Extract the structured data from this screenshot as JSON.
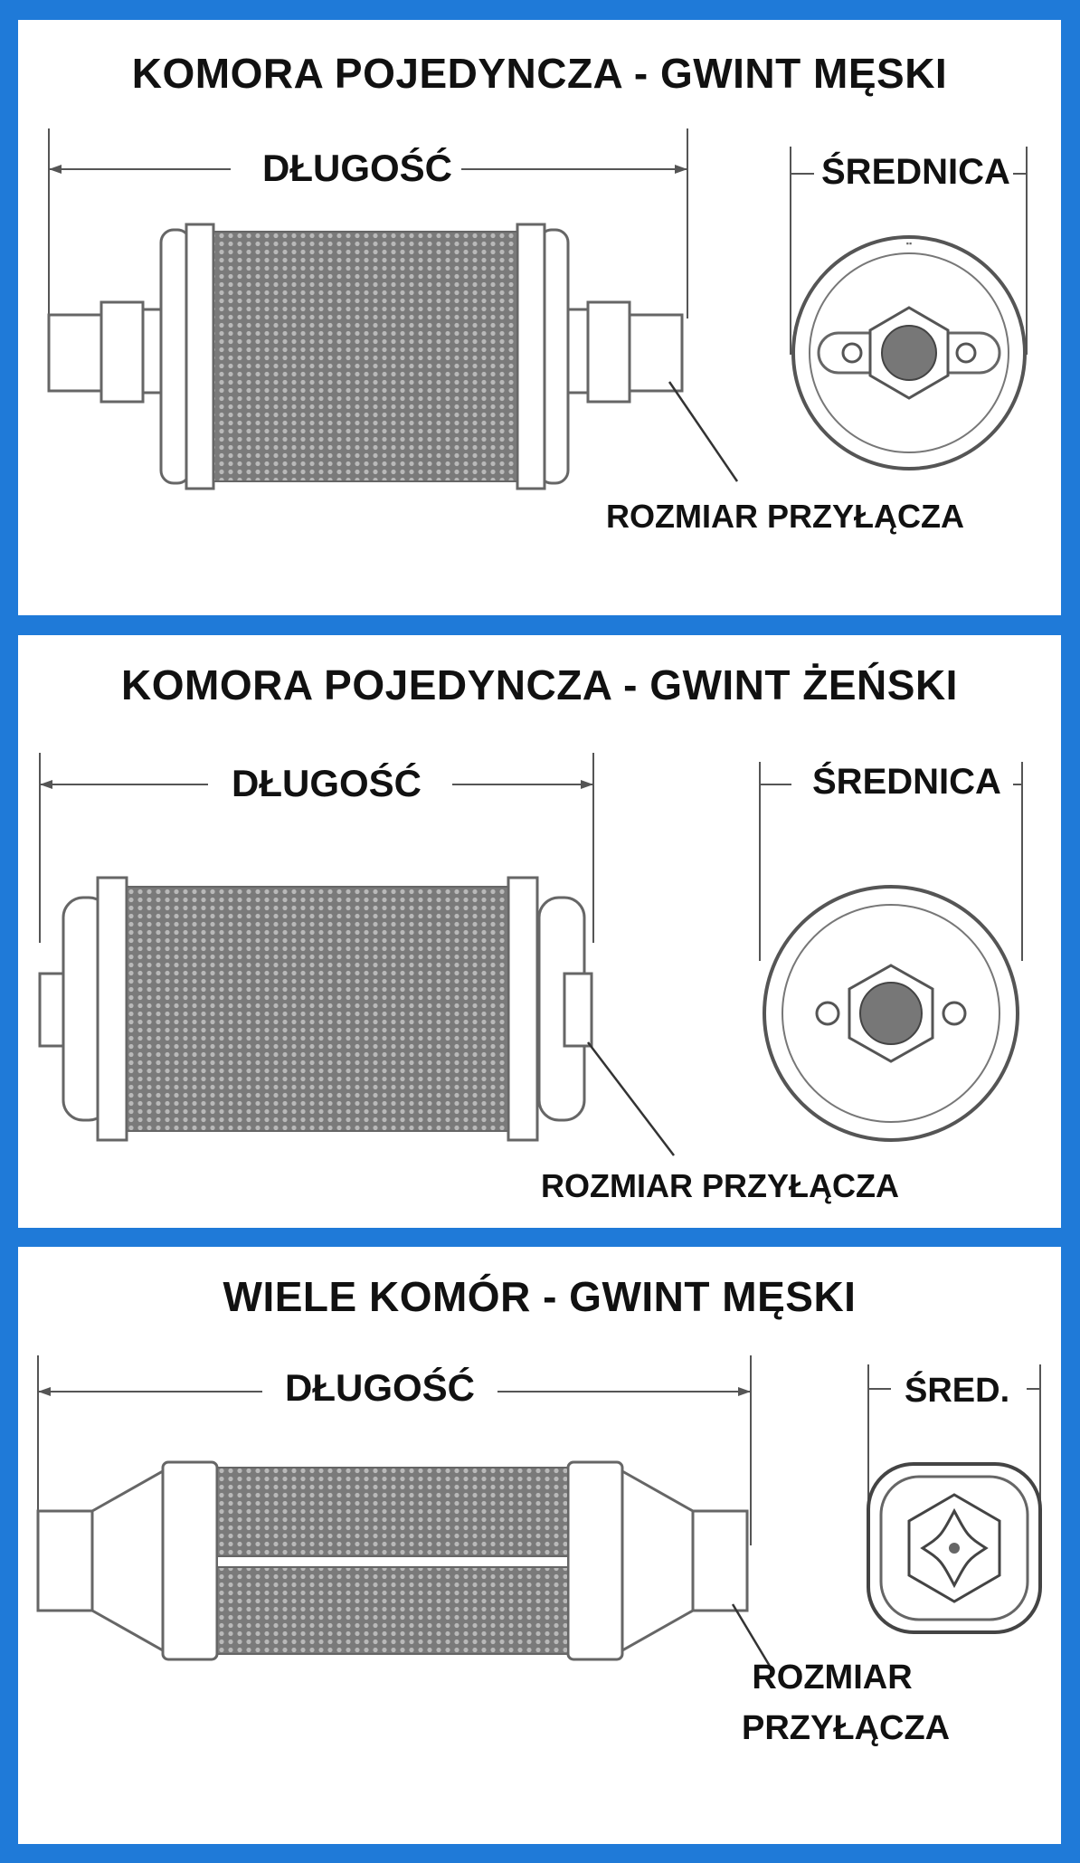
{
  "colors": {
    "frame": "#1f7ad8",
    "panel": "#ffffff",
    "ink": "#111111",
    "line": "#555555",
    "mesh": "#6e6e6e"
  },
  "panels": [
    {
      "title": "KOMORA POJEDYNCZA - GWINT MĘSKI",
      "length_label": "DŁUGOŚĆ",
      "diameter_label": "ŚREDNICA",
      "port_label": "ROZMIAR PRZYŁĄCZA",
      "drawing": "single-chamber-male-filter-icon"
    },
    {
      "title": "KOMORA POJEDYNCZA - GWINT ŻEŃSKI",
      "length_label": "DŁUGOŚĆ",
      "diameter_label": "ŚREDNICA",
      "port_label": "ROZMIAR PRZYŁĄCZA",
      "drawing": "single-chamber-female-filter-icon"
    },
    {
      "title": "WIELE KOMÓR - GWINT MĘSKI",
      "length_label": "DŁUGOŚĆ",
      "diameter_label": "ŚRED.",
      "port_label_line1": "ROZMIAR",
      "port_label_line2": "PRZYŁĄCZA",
      "drawing": "multi-chamber-male-filter-icon"
    }
  ]
}
